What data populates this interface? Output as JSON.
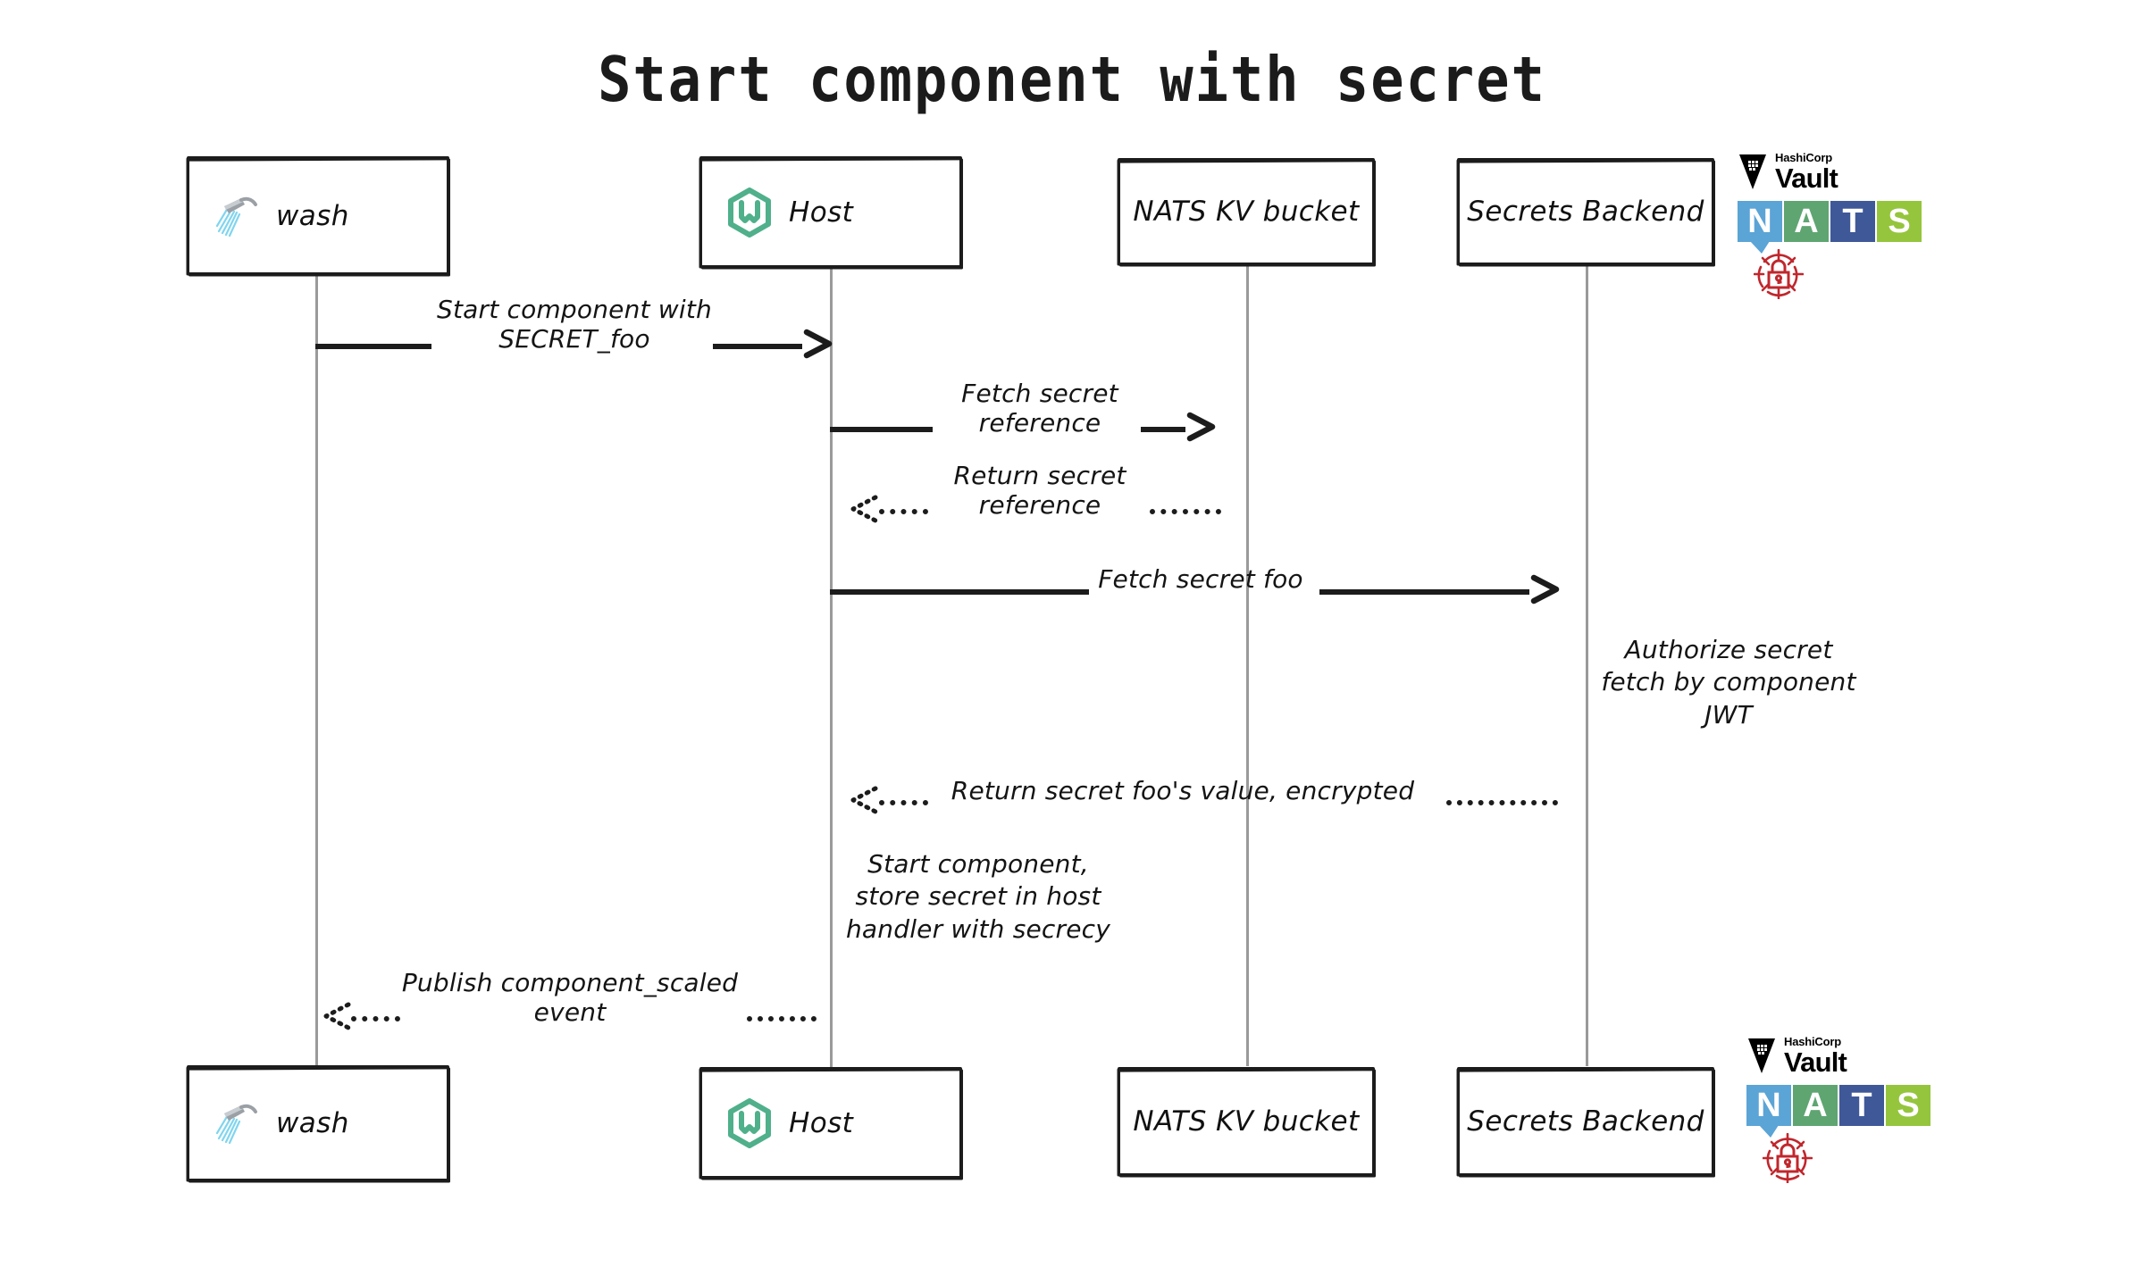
{
  "title": "Start component with secret",
  "colors": {
    "ink": "#1c1c1c",
    "lifeline": "#9a9a9a",
    "wasm_green": "#4FB08B",
    "nats_n": "#5BA4D6",
    "nats_a": "#5FA572",
    "nats_t": "#3F5898",
    "nats_s": "#95C53D",
    "lock_red": "#C0272D",
    "background": "#ffffff"
  },
  "participants": [
    {
      "id": "wash",
      "label": "wash",
      "icon": "shower-icon"
    },
    {
      "id": "host",
      "label": "Host",
      "icon": "wasmcloud-hexagon-icon"
    },
    {
      "id": "natskv",
      "label": "NATS KV bucket",
      "icon": "none"
    },
    {
      "id": "secrets",
      "label": "Secrets Backend",
      "icon": "none"
    }
  ],
  "messages": [
    {
      "id": "m1",
      "from": "wash",
      "to": "host",
      "label": "Start component with\nSECRET_foo",
      "style": "solid",
      "direction": "right"
    },
    {
      "id": "m2",
      "from": "host",
      "to": "natskv",
      "label": "Fetch secret\nreference",
      "style": "solid",
      "direction": "right"
    },
    {
      "id": "m3",
      "from": "natskv",
      "to": "host",
      "label": "Return secret\nreference",
      "style": "dotted",
      "direction": "left"
    },
    {
      "id": "m4",
      "from": "host",
      "to": "secrets",
      "label": "Fetch secret foo",
      "style": "solid",
      "direction": "right"
    },
    {
      "id": "m5",
      "from": "secrets",
      "to": "host",
      "label": "Return secret foo's value, encrypted",
      "style": "dotted",
      "direction": "left"
    },
    {
      "id": "m6",
      "from": "host",
      "to": "wash",
      "label": "Publish component_scaled\nevent",
      "style": "dotted",
      "direction": "left"
    }
  ],
  "notes": [
    {
      "id": "n1",
      "on": "secrets",
      "text": "Authorize secret\nfetch by component\nJWT"
    },
    {
      "id": "n2",
      "on": "host",
      "text": "Start component,\nstore secret in host\nhandler with secrecy"
    }
  ],
  "logos": {
    "vault": {
      "vendor": "HashiCorp",
      "product": "Vault",
      "icon": "vault-triangle-icon"
    },
    "nats": {
      "letters": [
        "N",
        "A",
        "T",
        "S"
      ],
      "icon": "nats-squares-icon"
    },
    "lock": {
      "icon": "secret-lock-icon"
    }
  }
}
